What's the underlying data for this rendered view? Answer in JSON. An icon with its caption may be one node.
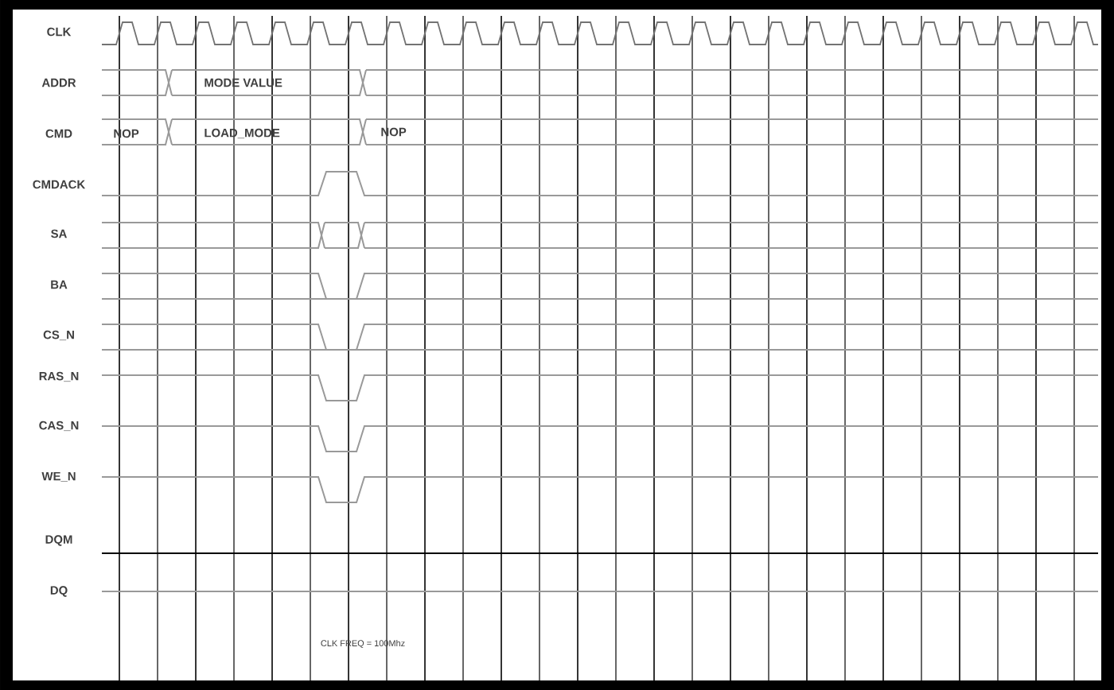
{
  "diagram": {
    "labels": [
      "CLK",
      "ADDR",
      "MODE VALUE",
      "CMD",
      "NOP",
      "LOAD_MODE",
      "NOP",
      "CMDACK",
      "SA",
      "BA",
      "CS_N",
      "RAS_N",
      "CAS_N",
      "WE_N",
      "DQM",
      "DQ",
      "CLK FREQ = 100Mhz"
    ]
  }
}
